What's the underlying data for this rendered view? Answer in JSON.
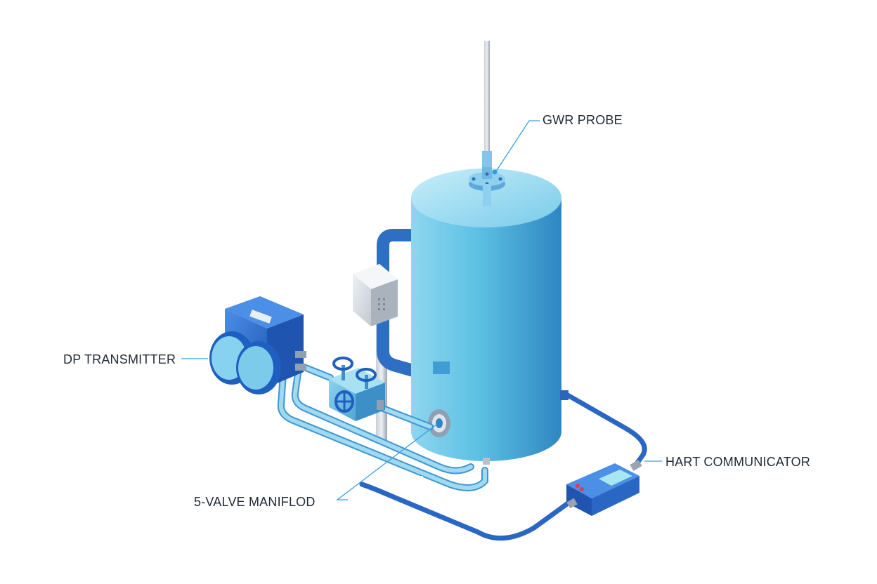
{
  "labels": {
    "gwr_probe": "GWR PROBE",
    "dp_transmitter": "DP TRANSMITTER",
    "hart_communicator": "HART COMMUNICATOR",
    "manifold": "5-VALVE MANIFLOD"
  },
  "colors": {
    "tank_light": "#a9def0",
    "tank_mid": "#5bbce0",
    "tank_dark": "#2f8fc6",
    "pipe_light": "#8fd3ee",
    "pipe_dark": "#2e74c9",
    "transmitter": "#2f6fd1",
    "leader_line": "#3b9fd6"
  }
}
